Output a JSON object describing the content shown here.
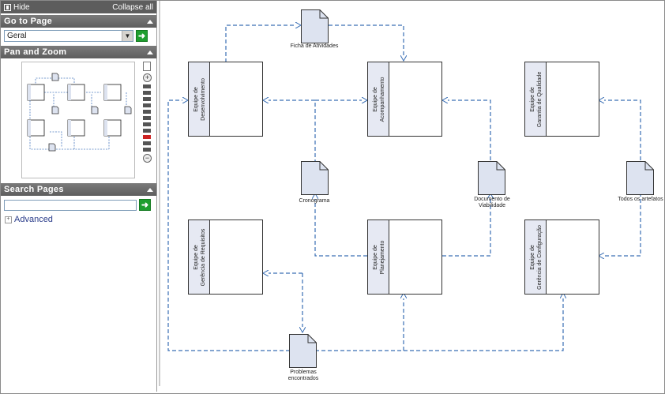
{
  "sidebar": {
    "hide_label": "Hide",
    "collapse_label": "Collapse all",
    "goto": {
      "title": "Go to Page",
      "selected": "Geral"
    },
    "panzoom": {
      "title": "Pan and Zoom"
    },
    "search": {
      "title": "Search Pages",
      "value": "",
      "advanced_label": "Advanced"
    }
  },
  "diagram": {
    "swimlanes": [
      "Equipe de Desenvolvimento",
      "Equipe de Acompanhamento",
      "Equipe de Garantia de Qualidade",
      "Equipe de Gerência de Requisitos",
      "Equipe de Planejamento",
      "Equipe de Gerência de Configuração"
    ],
    "documents": [
      "Ficha de Atividades",
      "Cronograma",
      "Documento de Viabilidade",
      "Todos os artefatos",
      "Problemas encontrados"
    ]
  },
  "colors": {
    "connector": "#3a6fb5",
    "lane_fill": "#e6e9f3",
    "header_bg": "#5e5e5e",
    "go_green": "#1e9e2e"
  }
}
